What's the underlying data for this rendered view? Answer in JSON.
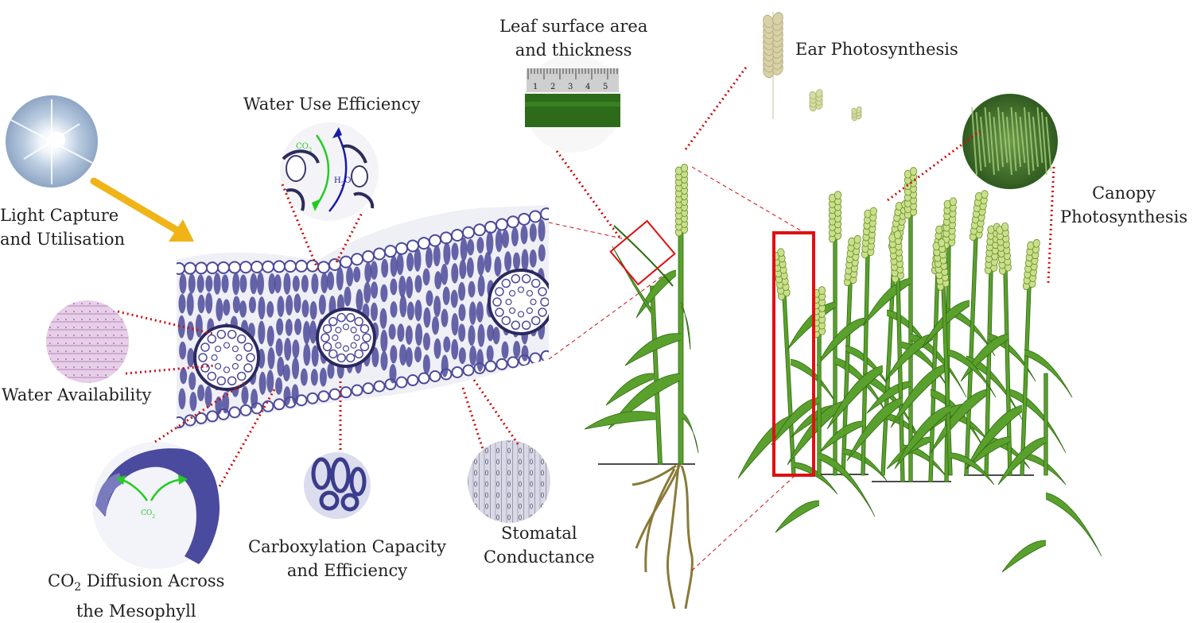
{
  "labels": {
    "light": [
      "Light Capture",
      "and Utilisation"
    ],
    "wue": "Water Use Efficiency",
    "water_avail": "Water Availability",
    "co2_diff": [
      "Diffusion Across",
      "the Mesophyll"
    ],
    "co2_diff_prefix": "CO",
    "co2_diff_sub": "2",
    "carbox": [
      "Carboxylation Capacity",
      "and Efficiency"
    ],
    "stomatal": [
      "Stomatal",
      "Conductance"
    ],
    "leaf_area": [
      "Leaf surface area",
      "and thickness"
    ],
    "ear": "Ear Photosynthesis",
    "canopy": [
      "Canopy",
      "Photosynthesis"
    ]
  },
  "inset_text": {
    "co2": "CO",
    "co2_sub": "2",
    "h2o": "H",
    "h2o_sub": "2",
    "h2o_end": "O",
    "co2_small": "CO",
    "co2_small_sub": "2",
    "ruler_marks": [
      "1",
      "2",
      "3",
      "4",
      "5"
    ]
  },
  "colors": {
    "tissue": "#4b4a9a",
    "tissue_light": "#c9c8e6",
    "plant_green": "#5aa02c",
    "plant_dark": "#2f6b12",
    "ear_green": "#c9e08a",
    "root": "#8a7a3a",
    "leader_red": "#cc1010",
    "highlight_red": "#e01010",
    "arrow_orange": "#f0b417",
    "co2_green": "#22cc22",
    "h2o_blue": "#1a1aa8"
  }
}
